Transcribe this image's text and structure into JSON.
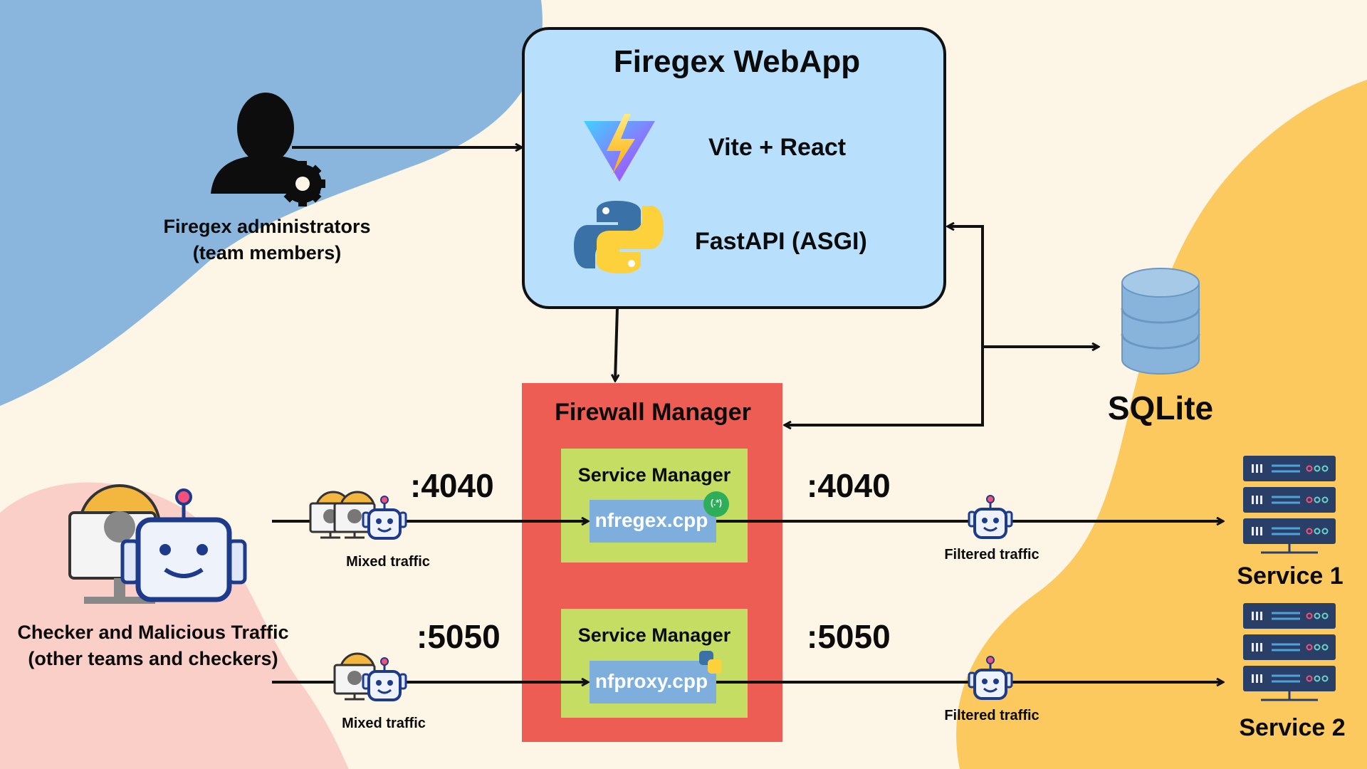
{
  "webapp": {
    "title": "Firegex WebApp",
    "frontend_label": "Vite + React",
    "backend_label": "FastAPI (ASGI)"
  },
  "admin": {
    "label_line1": "Firegex administrators",
    "label_line2": "(team members)"
  },
  "database": {
    "label": "SQLite"
  },
  "firewall": {
    "title": "Firewall Manager",
    "services": [
      {
        "manager_label": "Service Manager",
        "module": "nfregex.cpp",
        "badge": "(.*)"
      },
      {
        "manager_label": "Service Manager",
        "module": "nfproxy.cpp"
      }
    ]
  },
  "traffic": {
    "source_line1": "Checker and Malicious Traffic",
    "source_line2": "(other teams and checkers)",
    "flows": [
      {
        "in_port": ":4040",
        "out_port": ":4040",
        "in_label": "Mixed traffic",
        "out_label": "Filtered traffic",
        "target": "Service 1"
      },
      {
        "in_port": ":5050",
        "out_port": ":5050",
        "in_label": "Mixed traffic",
        "out_label": "Filtered traffic",
        "target": "Service 2"
      }
    ]
  },
  "colors": {
    "background": "#fdf5e6",
    "blue_blob": "#8ab6de",
    "pink_blob": "#f9cfc8",
    "yellow_blob": "#fcc95e",
    "webapp_fill": "#b8dffc",
    "firewall_fill": "#ee5d54",
    "service_fill": "#c6dd63",
    "module_fill": "#7eaedc",
    "db_fill": "#88b3db",
    "server_fill": "#2a3f68"
  },
  "icons": [
    "admin-gear-icon",
    "vite-logo-icon",
    "python-logo-icon",
    "database-icon",
    "robot-icon",
    "malicious-monitor-icon",
    "server-rack-icon"
  ]
}
